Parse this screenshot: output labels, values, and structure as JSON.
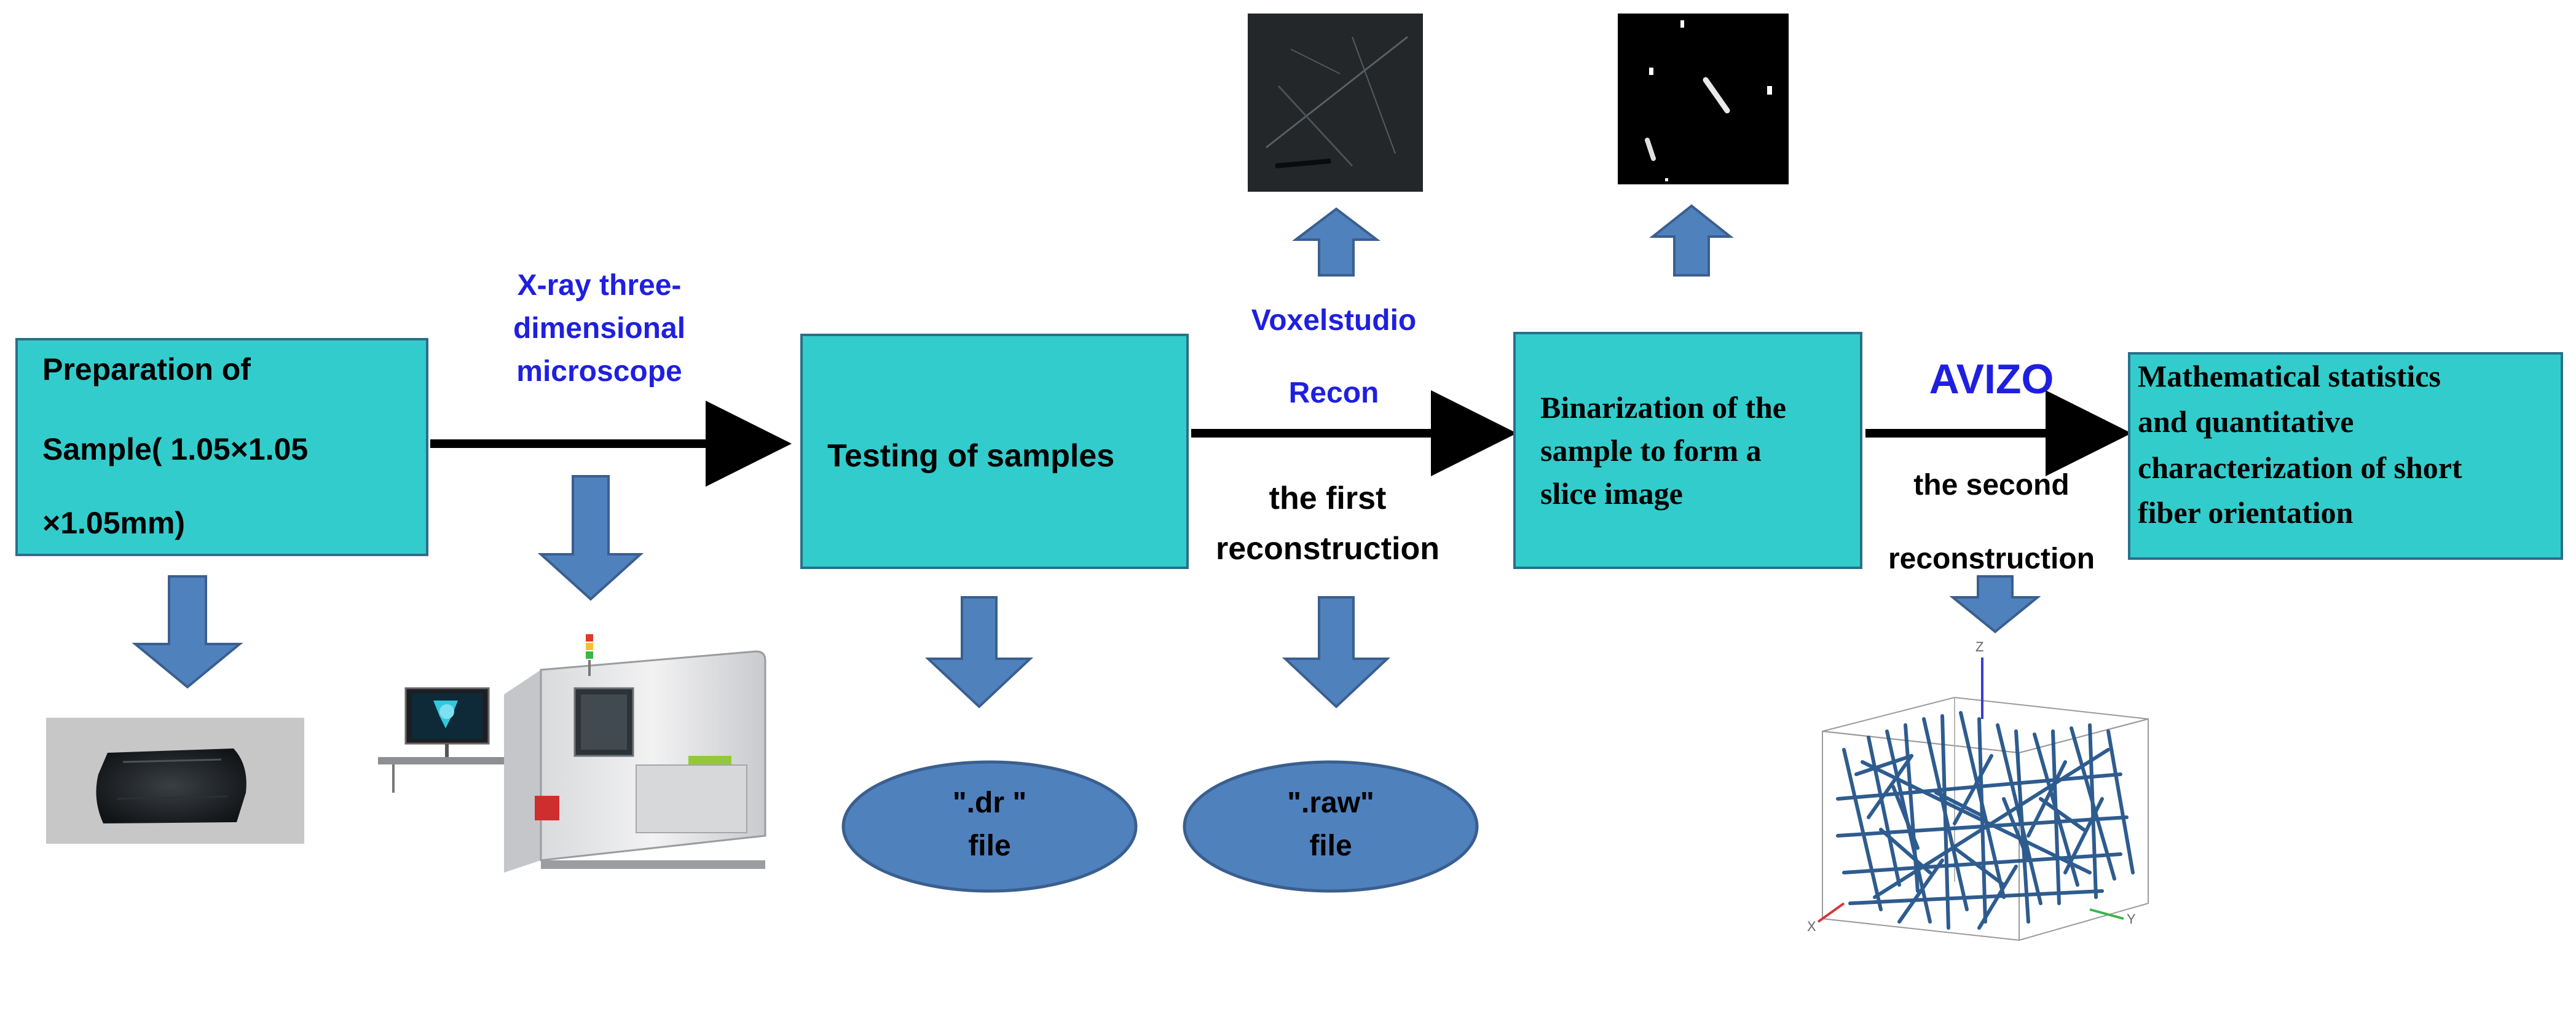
{
  "boxes": {
    "prep": {
      "line1": "Preparation of",
      "line2": "Sample( 1.05×1.05",
      "line3": "×1.05mm)"
    },
    "test": {
      "label": "Testing of samples"
    },
    "binar": {
      "line1": "Binarization of  the",
      "line2": "sample  to  form  a",
      "line3": "slice image"
    },
    "math": {
      "line1": "Mathematical statistics",
      "line2": "and quantitative",
      "line3": "characterization of short",
      "line4": "fiber orientation"
    }
  },
  "labels": {
    "xray_line1": "X-ray three-",
    "xray_line2": "dimensional",
    "xray_line3": "microscope",
    "voxel": "Voxelstudio",
    "recon": "Recon",
    "first_line1": "the first",
    "first_line2": "reconstruction",
    "avizo": "AVIZO",
    "second_line1": "the second",
    "second_line2": "reconstruction"
  },
  "ellipses": {
    "dr_line1": "\".dr \"",
    "dr_line2": "file",
    "raw_line1": "\".raw\"",
    "raw_line2": "file"
  },
  "axes3d": {
    "z": "Z",
    "x": "X",
    "y": "Y"
  },
  "colors": {
    "box_fill": "#33CCCC",
    "box_border": "#2a6f8a",
    "arrow_blue": "#4F81BD",
    "arrow_outline": "#3a5f8f",
    "label_blue": "#1f1fe0",
    "fiber_blue": "#1d4f86"
  }
}
